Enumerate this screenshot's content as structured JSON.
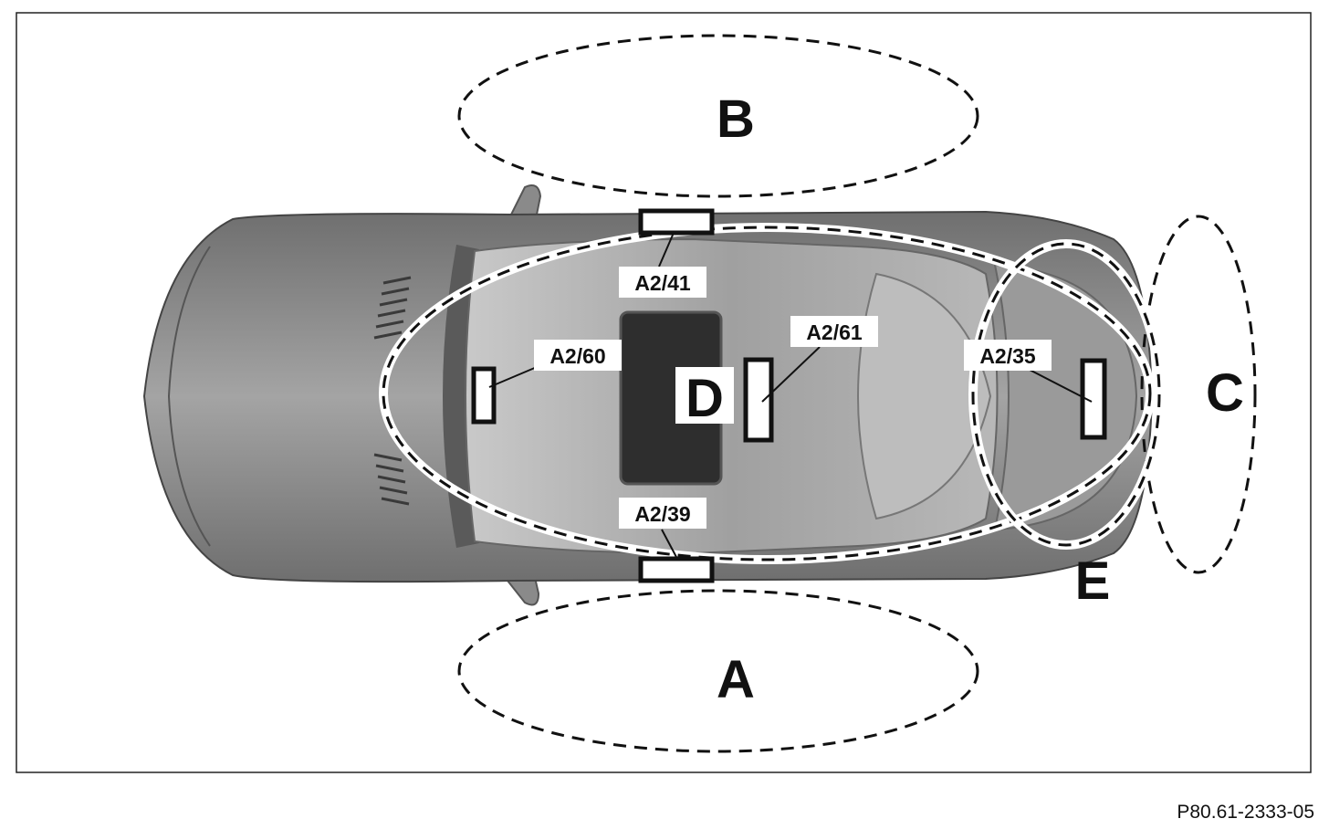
{
  "zones": {
    "a": "A",
    "b": "B",
    "c": "C",
    "d": "D",
    "e": "E"
  },
  "antennas": {
    "a2_41": "A2/41",
    "a2_39": "A2/39",
    "a2_60": "A2/60",
    "a2_61": "A2/61",
    "a2_35": "A2/35"
  },
  "figure_id": "P80.61-2333-05",
  "colors": {
    "line": "#111111",
    "car_body": "#8e8e8e",
    "car_glass": "#5c5c5c",
    "cabin": "#a9a9a9",
    "sunroof": "#2e2e2e"
  }
}
